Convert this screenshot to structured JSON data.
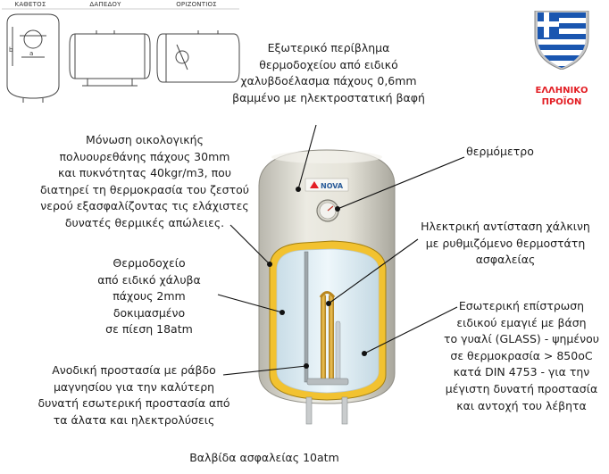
{
  "orientations": {
    "vertical": "ΚΑΘΕΤΟΣ",
    "floor": "ΔΑΠΕΔΟΥ",
    "horizontal": "ΟΡΙΖΟΝΤΙΟΣ",
    "dim_b": "b",
    "dim_a": "a"
  },
  "badge": {
    "line1": "ΕΛΛΗΝΙΚΟ",
    "line2": "ΠΡΟΪΟΝ",
    "flag_colors": [
      "#1a56b0",
      "#ffffff"
    ]
  },
  "brand": {
    "name": "NOVA"
  },
  "callouts": {
    "outer_casing": "Εξωτερικό περίβλημα\nθερμοδοχείου από ειδικό\nχαλυβδοέλασμα πάχους 0,6mm\nβαμμένο με ηλεκτροστατική βαφή",
    "insulation": "Μόνωση οικολογικής\nπολυουρεθάνης πάχους 30mm\nκαι πυκνότητας 40kgr/m3, που\nδιατηρεί τη θερμοκρασία του ζεστού\nνερού εξασφαλίζοντας τις ελάχιστες\nδυνατές θερμικές απώλειες.",
    "thermometer": "θερμόμετρο",
    "heater": "Ηλεκτρική αντίσταση χάλκινη\nμε ρυθμιζόμενο θερμοστάτη\nασφαλείας",
    "tank": "Θερμοδοχείο\nαπό ειδικό χάλυβα\nπάχους 2mm\nδοκιμασμένο\nσε πίεση 18atm",
    "enamel": "Εσωτερική επίστρωση\nειδικού εμαγιέ με βάση\nτο γυαλί (GLASS) - ψημένου\nσε θερμοκρασία > 850oC\nκατά DIN 4753 - για την\nμέγιστη δυνατή προστασία\nκαι αντοχή του λέβητα",
    "anode": "Ανοδική προστασία με ράβδο\nμαγνησίου για την καλύτερη\nδυνατή εσωτερική προστασία από\nτα άλατα και ηλεκτρολύσεις",
    "valve": "Βαλβίδα ασφαλείας 10atm"
  },
  "colors": {
    "casing": "#e3e1d6",
    "insulation": "#f2c230",
    "water": "#dbeef8",
    "pointer": "#111111",
    "badge_red": "#e31e24"
  }
}
